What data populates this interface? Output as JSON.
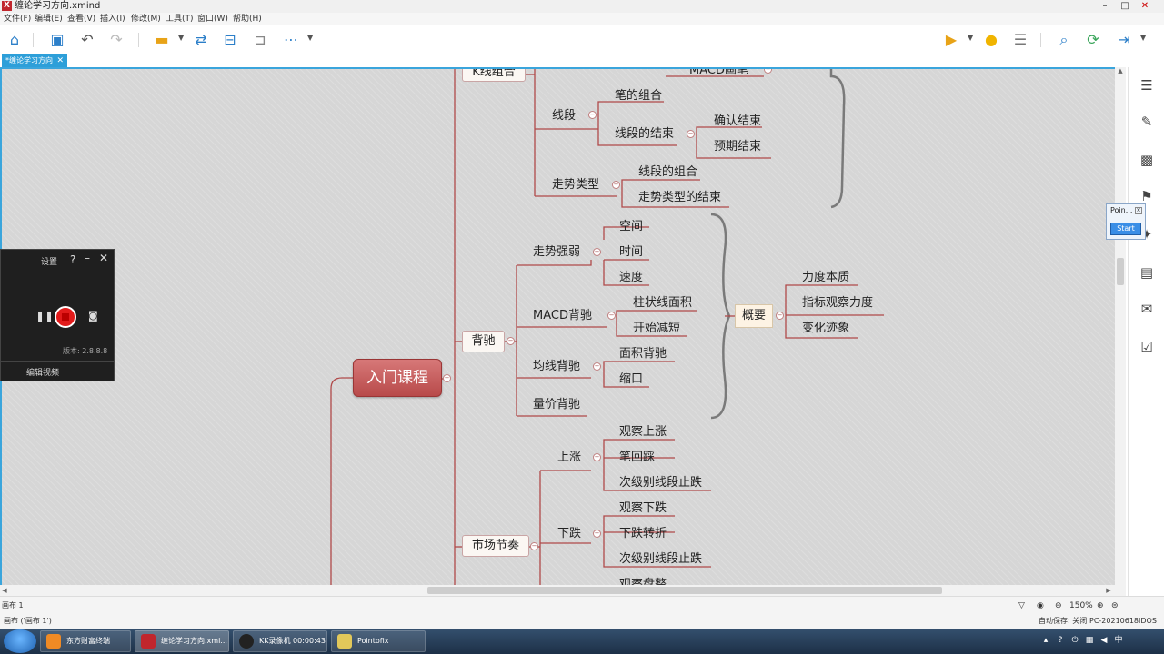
{
  "window": {
    "title": "缠论学习方向.xmind"
  },
  "menu": [
    "文件(F)",
    "编辑(E)",
    "查看(V)",
    "插入(I)",
    "修改(M)",
    "工具(T)",
    "窗口(W)",
    "帮助(H)"
  ],
  "tab": {
    "label": "*缠论学习方向"
  },
  "mindmap": {
    "root": "入门课程",
    "branches": {
      "kxian": "K线组合",
      "macd_pen": "MACD画笔",
      "xianduan": "线段",
      "bi_zuhe": "笔的组合",
      "xianduan_jieshu": "线段的结束",
      "queren_jieshu": "确认结束",
      "yuqi_jieshu": "预期结束",
      "zoushi_leixing": "走势类型",
      "xianduan_zuhe": "线段的组合",
      "zoushi_jieshu": "走势类型的结束",
      "beichi": "背驰",
      "zoushi_qiangruo": "走势强弱",
      "kongjian": "空间",
      "shijian": "时间",
      "sudu": "速度",
      "macd_beichi": "MACD背驰",
      "zhuzhuang": "柱状线面积",
      "kaishi_jianduan": "开始减短",
      "junxian_beichi": "均线背驰",
      "mianji_beichi": "面积背驰",
      "suokou": "缩口",
      "liangjia_beichi": "量价背驰",
      "summary": "概要",
      "lidu_benzhi": "力度本质",
      "zhibiao": "指标观察力度",
      "bianhua": "变化迹象",
      "shichang_jiezou": "市场节奏",
      "shangzhang": "上涨",
      "guancha_shangzhang": "观察上涨",
      "bi_huicai": "笔回踩",
      "cijibie_zhidie1": "次级别线段止跌",
      "xiadie": "下跌",
      "guancha_xiadie": "观察下跌",
      "xiadie_zhuanzhe": "下跌转折",
      "cijibie_zhidie2": "次级别线段止跌",
      "guancha_panzheng": "观察盘整"
    }
  },
  "statusbar": {
    "sheet": "画布 1",
    "sheet_info": "画布 ('画布 1')",
    "zoom": "150%",
    "autosave": "自动保存: 关闭",
    "pc": "PC-20210618IDOS"
  },
  "recorder": {
    "settings": "设置",
    "help": "?",
    "version": "版本: 2.8.8.8",
    "edit_video": "编辑视频"
  },
  "pointofix": {
    "title": "Poin...",
    "start": "Start"
  },
  "taskbar": {
    "items": [
      {
        "label": "东方财富终端"
      },
      {
        "label": "缠论学习方向.xmi..."
      },
      {
        "label": "KK录像机 00:00:43"
      },
      {
        "label": "Pointofix"
      }
    ]
  },
  "colors": {
    "accent": "#2d9fd9",
    "branch_line": "#b04a4a",
    "root_fill": "#c45a5a"
  }
}
